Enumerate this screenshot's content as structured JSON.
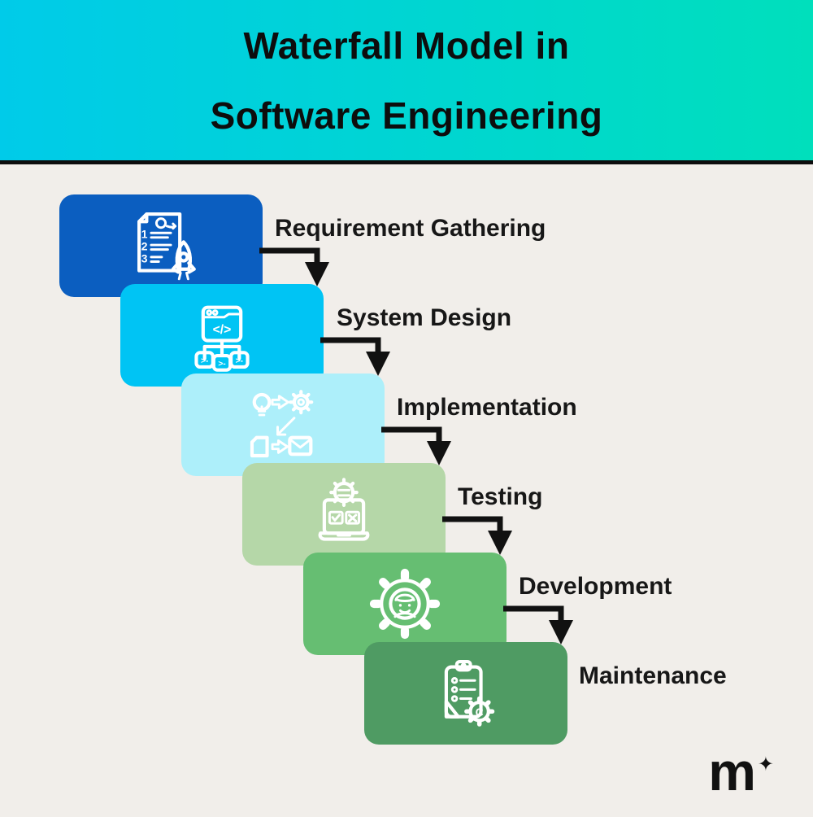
{
  "header": {
    "title_line1": "Waterfall Model in",
    "title_line2": "Software Engineering",
    "gradient_start": "#00CBE9",
    "gradient_end": "#00DFBC"
  },
  "stages": [
    {
      "label": "Requirement Gathering",
      "color": "#0B5EC0",
      "icon": "requirements-document-icon"
    },
    {
      "label": "System Design",
      "color": "#00C4F4",
      "icon": "system-design-icon"
    },
    {
      "label": "Implementation",
      "color": "#ADEFFA",
      "icon": "implementation-icon"
    },
    {
      "label": "Testing",
      "color": "#B5D7A8",
      "icon": "testing-icon"
    },
    {
      "label": "Development",
      "color": "#66BE72",
      "icon": "development-icon"
    },
    {
      "label": "Maintenance",
      "color": "#4F9B63",
      "icon": "maintenance-icon"
    }
  ],
  "footer": {
    "logo_text": "m",
    "logo_star": "✦"
  },
  "colors": {
    "background": "#F1EEEA",
    "title_text": "#0D0D0D",
    "label_text": "#171717",
    "arrow": "#111111",
    "icon_stroke": "#FFFFFF"
  }
}
